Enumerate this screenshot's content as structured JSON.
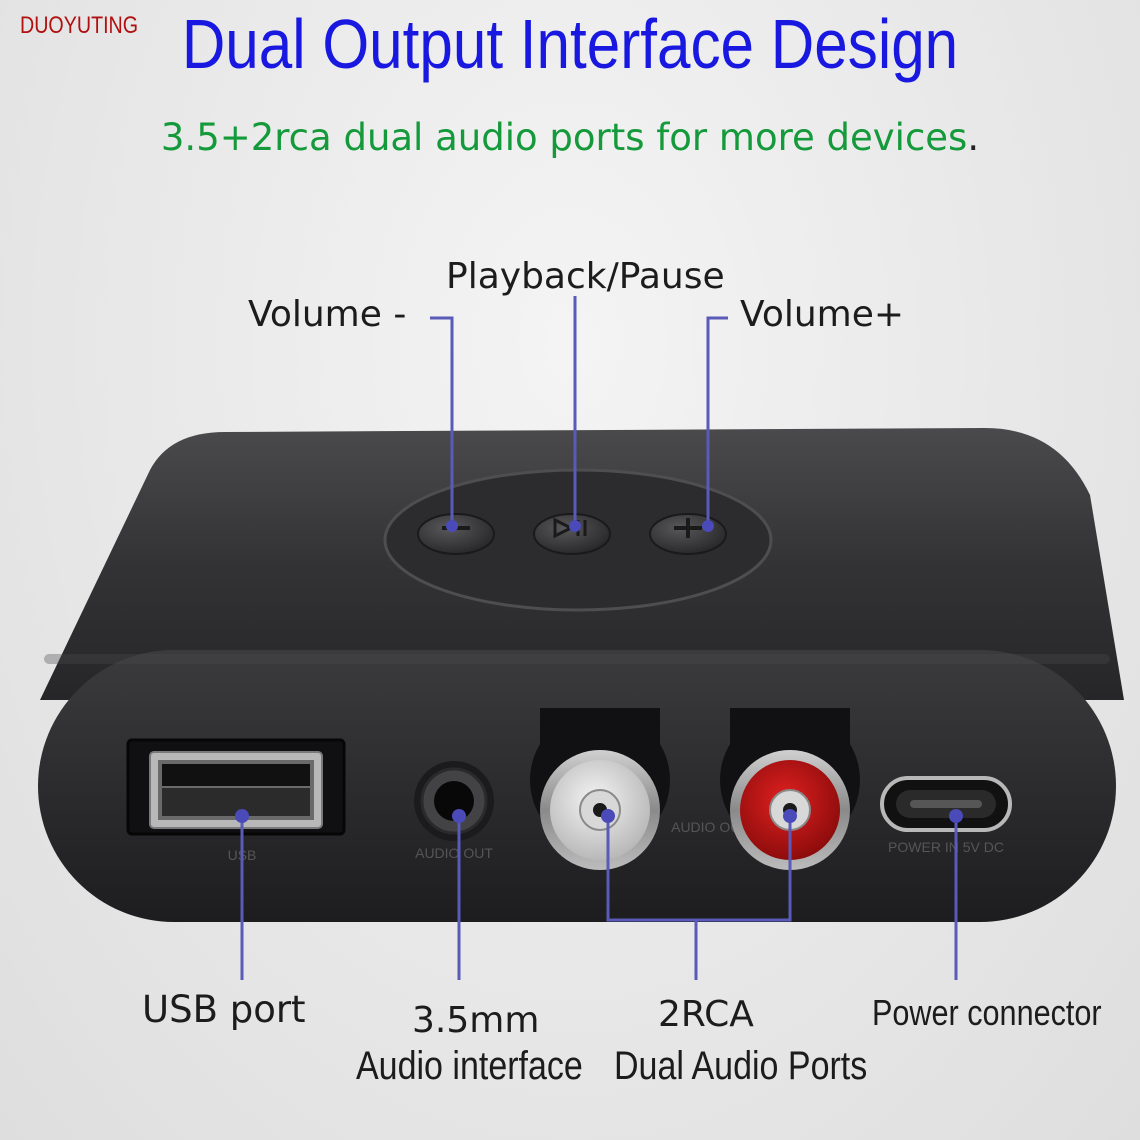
{
  "brand": "DUOYUTING",
  "title": "Dual Output Interface Design",
  "subtitle": "3.5+2rca dual audio ports for more devices",
  "subtitle_period": ".",
  "top_labels": {
    "volume_minus": "Volume -",
    "playback_pause": "Playback/Pause",
    "volume_plus": "Volume+"
  },
  "bottom_labels": {
    "usb_port": "USB port",
    "audio_35_line1": "3.5mm",
    "audio_35_line2": "Audio interface",
    "rca_line1": "2RCA",
    "rca_line2": "Dual Audio Ports",
    "power": "Power connector"
  },
  "device_markings": {
    "usb": "USB",
    "audio_out": "AUDIO OUT",
    "audio_out_rca": "AUDIO OUT",
    "power": "POWER IN 5V DC"
  },
  "colors": {
    "title": "#1818e0",
    "subtitle": "#149a3a",
    "brand": "#b01010",
    "callout_line": "#5a5ab8",
    "rca_white": "#e6e6e6",
    "rca_red": "#c41616"
  },
  "icons": {
    "minus_button": "minus-icon",
    "play_pause_button": "play-pause-icon",
    "plus_button": "plus-icon"
  }
}
